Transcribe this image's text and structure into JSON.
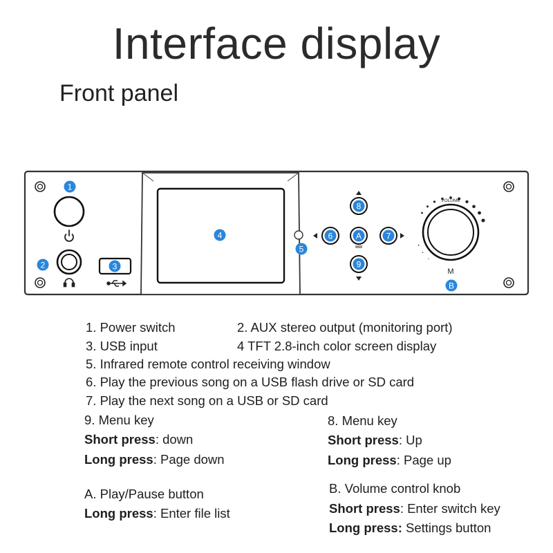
{
  "heading": {
    "title": "Interface display",
    "subtitle": "Front panel"
  },
  "panel": {
    "markers": {
      "power": "1",
      "aux": "2",
      "usb": "3",
      "screen": "4",
      "ir": "5",
      "prev": "6",
      "next": "7",
      "menu_up": "8",
      "menu_down": "9",
      "play": "A",
      "volume_knob": "B"
    },
    "volume_label": "VOLUME",
    "knob_label": "M",
    "marker_color": "#1f7fd6"
  },
  "legend": {
    "item1": "1. Power switch",
    "item2": "2. AUX stereo output (monitoring port)",
    "item3": "3. USB input",
    "item4": "4 TFT 2.8-inch color screen display",
    "item5": "5. Infrared remote control receiving window",
    "item6": "6. Play the previous song on a USB flash drive or SD card",
    "item7": "7. Play the next song on a USB or SD card",
    "item9": {
      "title": "9. Menu key",
      "short_label": "Short press",
      "short_text": ": down",
      "long_label": "Long press",
      "long_text": ": Page down"
    },
    "item8": {
      "title": "8. Menu key",
      "short_label": "Short press",
      "short_text": ": Up",
      "long_label": "Long press",
      "long_text": ": Page up"
    },
    "itemA": {
      "title": "A. Play/Pause button",
      "long_label": "Long press",
      "long_text": ": Enter file list"
    },
    "itemB": {
      "title": "B. Volume control knob",
      "short_label": "Short press",
      "short_text": ": Enter switch key",
      "long_label": "Long press:",
      "long_text": " Settings button"
    }
  }
}
